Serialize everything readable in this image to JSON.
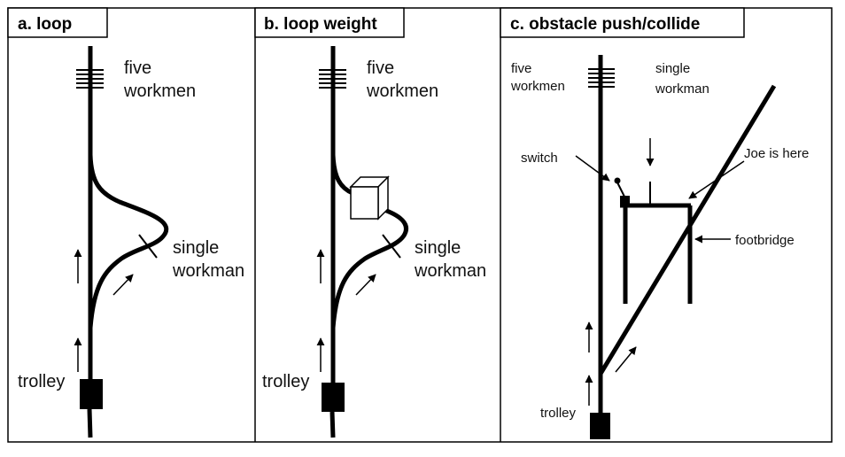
{
  "panels": [
    {
      "title": "a. loop",
      "labels": {
        "five_line1": "five",
        "five_line2": "workmen",
        "single_line1": "single",
        "single_line2": "workman",
        "trolley": "trolley"
      }
    },
    {
      "title": "b. loop weight",
      "labels": {
        "five_line1": "five",
        "five_line2": "workmen",
        "single_line1": "single",
        "single_line2": "workman",
        "trolley": "trolley"
      }
    },
    {
      "title": "c. obstacle push/collide",
      "labels": {
        "five_line1": "five",
        "five_line2": "workmen",
        "single_line1": "single",
        "single_line2": "workman",
        "switch": "switch",
        "joe": "Joe is here",
        "footbridge": "footbridge",
        "trolley": "trolley"
      }
    }
  ],
  "colors": {
    "ink": "#000000",
    "box_face": "#ffffff"
  }
}
